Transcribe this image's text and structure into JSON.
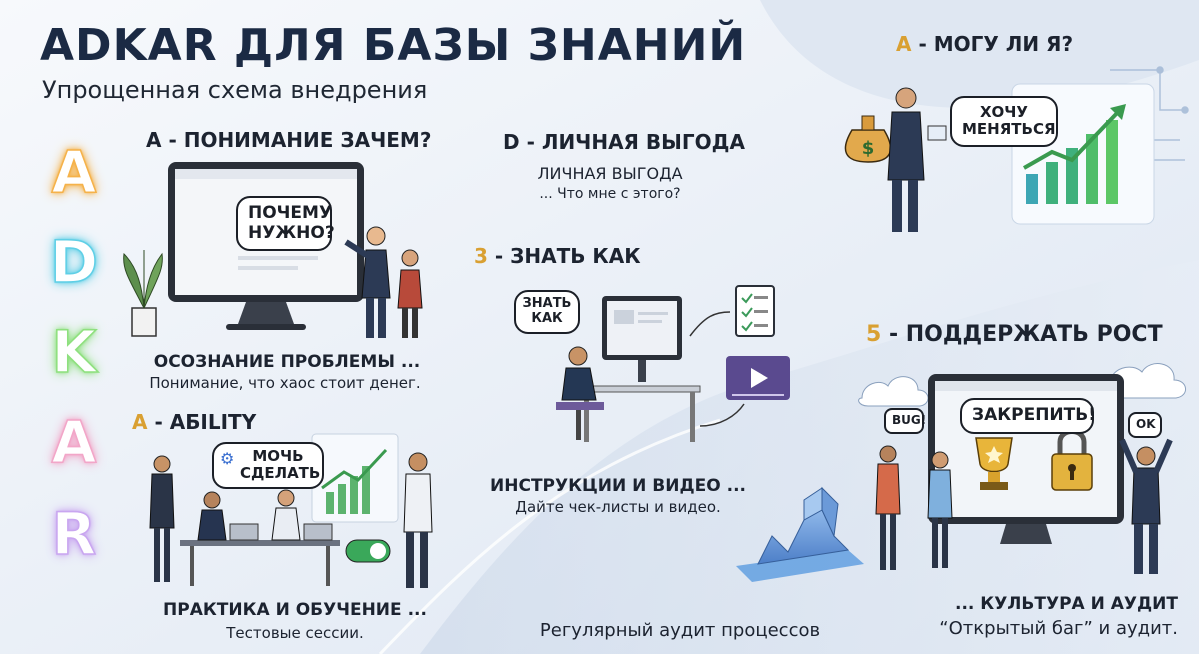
{
  "title": "ADKAR ДЛЯ БАЗЫ ЗНАНИЙ",
  "subtitle": "Упрощенная схема внедрения",
  "letters": [
    "A",
    "D",
    "K",
    "A",
    "R"
  ],
  "letter_colors": [
    "#f5b24a",
    "#5fcfe6",
    "#8ee07e",
    "#f2a6c8",
    "#c9a6f0"
  ],
  "sections": {
    "awareness": {
      "heading": "A - ПОНИМАНИЕ ЗАЧЕМ?",
      "bubble": "ПОЧЕМУ НУЖНО?",
      "line1": "ОСОЗНАНИЕ ПРОБЛЕМЫ ...",
      "line2": "Понимание, что хаос стоит денег."
    },
    "desire": {
      "heading": "D - ЛИЧНАЯ ВЫГОДА",
      "line1": "ЛИЧНАЯ ВЫГОДА",
      "line2": "... Что мне с этого?"
    },
    "knowledge": {
      "prefix": "3",
      "heading": " - ЗНАТЬ КАК",
      "bubble": "ЗНАТЬ КАК",
      "line1": "ИНСТРУКЦИИ И ВИДЕО ...",
      "line2": "Дайте чек-листы и видео."
    },
    "ability": {
      "prefix": "A",
      "heading": " - AБILITY",
      "bubble": "МОЧЬ СДЕЛАТЬ",
      "line1": "ПРАКТИКА И ОБУЧЕНИЕ ...",
      "line2": "Тестовые сессии."
    },
    "can_i": {
      "prefix": "A",
      "heading": " - МОГУ ЛИ Я?",
      "bubble": "ХОЧУ МЕНЯТЬСЯ"
    },
    "reinforce": {
      "prefix": "5",
      "heading": " - ПОДДЕРЖАТЬ РОСТ",
      "bubble": "ЗАКРЕПИТЬ!",
      "bug": "BUG!",
      "ok": "OK",
      "line1": "... КУЛЬТУРА И АУДИТ",
      "line2": "“Открытый баг” и аудит."
    },
    "audit": {
      "text": "Регулярный аудит процессов"
    }
  }
}
